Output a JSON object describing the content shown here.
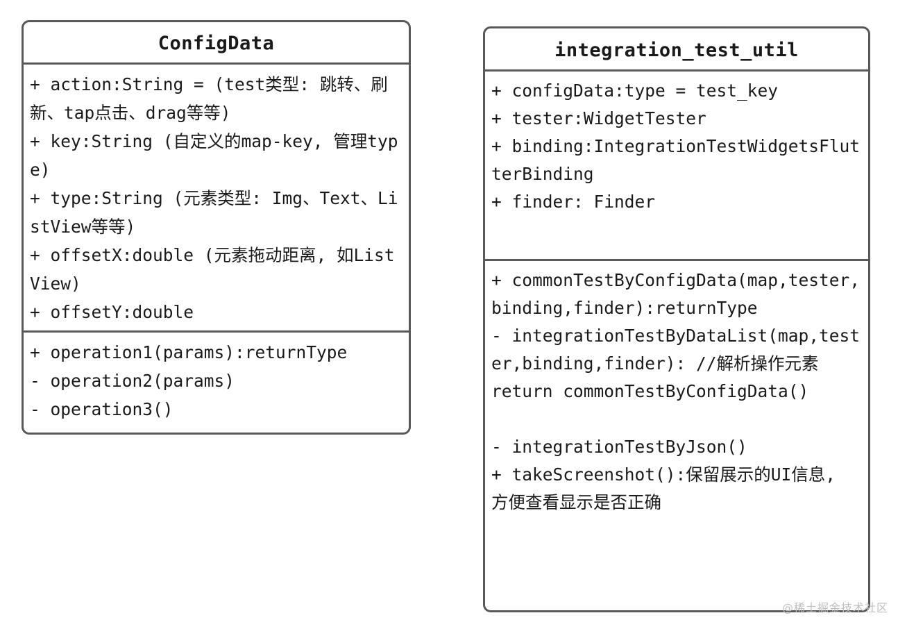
{
  "diagram": {
    "type": "uml-class-diagram",
    "background_color": "#ffffff",
    "border_color": "#595959",
    "text_color": "#1a1a1a"
  },
  "classes": [
    {
      "id": "ConfigData",
      "title": "ConfigData",
      "attributes": [
        "+ action:String = (test类型: 跳转、刷新、tap点击、drag等等)",
        "+ key:String (自定义的map-key, 管理type)",
        "+ type:String (元素类型: Img、Text、ListView等等)",
        "+ offsetX:double (元素拖动距离, 如ListView)",
        "+ offsetY:double"
      ],
      "operations": [
        "+ operation1(params):returnType",
        "- operation2(params)",
        "- operation3()"
      ]
    },
    {
      "id": "integration_test_util",
      "title": "integration_test_util",
      "attributes": [
        "+ configData:type = test_key",
        "+ tester:WidgetTester",
        "+ binding:IntegrationTestWidgetsFlutterBinding",
        "+ finder: Finder"
      ],
      "operations": [
        "+ commonTestByConfigData(map,tester,binding,finder):returnType",
        "- integrationTestByDataList(map,tester,binding,finder): //解析操作元素",
        "return commonTestByConfigData()",
        "",
        "- integrationTestByJson()",
        "+ takeScreenshot():保留展示的UI信息, 方便查看显示是否正确"
      ]
    }
  ],
  "watermark": {
    "text": "@稀土掘金技术社区"
  }
}
